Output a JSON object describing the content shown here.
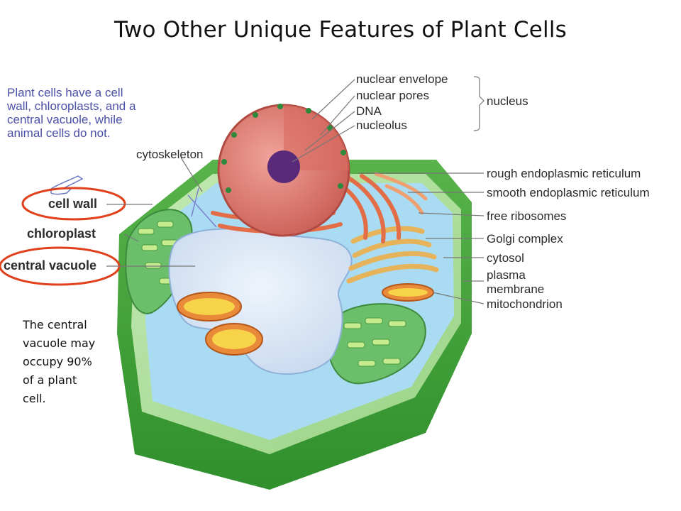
{
  "title": "Two Other Unique Features of Plant Cells",
  "intro_lines": [
    "Plant cells have a cell",
    "wall, chloroplasts, and a",
    "central vacuole, while",
    "animal cells do not."
  ],
  "note_lines": [
    "The central",
    "vacuole may",
    "occupy 90%",
    "of a plant",
    "cell."
  ],
  "labels": {
    "nuclear_envelope": "nuclear envelope",
    "nuclear_pores": "nuclear pores",
    "dna": "DNA",
    "nucleolus": "nucleolus",
    "nucleus": "nucleus",
    "cytoskeleton": "cytoskeleton",
    "cell_wall": "cell wall",
    "chloroplast": "chloroplast",
    "central_vacuole": "central vacuole",
    "rough_er": "rough endoplasmic reticulum",
    "smooth_er": "smooth endoplasmic reticulum",
    "free_ribosomes": "free ribosomes",
    "golgi": "Golgi complex",
    "cytosol": "cytosol",
    "plasma": "plasma",
    "membrane": "membrane",
    "mitochondrion": "mitochondrion"
  },
  "colors": {
    "intro_text": "#4b50a6",
    "highlight_circle": "#e0401c",
    "cell_wall": "#3fa33a",
    "cytosol": "#a9dcf2",
    "vacuole": "#dde9f7",
    "nucleus": "#e0847e",
    "nucleolus": "#5a2a7a"
  }
}
